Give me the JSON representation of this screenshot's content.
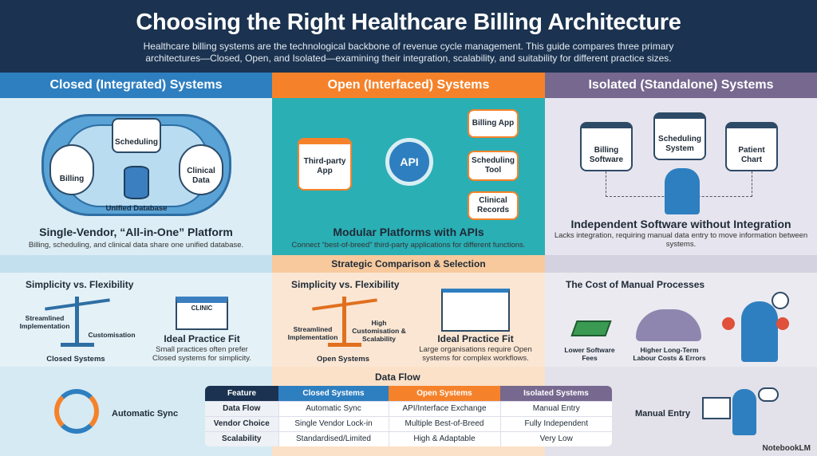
{
  "header": {
    "title": "Choosing the Right Healthcare Billing Architecture",
    "subtitle": "Healthcare billing systems are the technological backbone of revenue cycle management. This guide compares three primary architectures—Closed, Open, and Isolated—examining their integration, scalability, and suitability for different practice sizes."
  },
  "colors": {
    "navy": "#1b3350",
    "closed": "#2e7fc0",
    "open": "#f5822a",
    "isolated": "#76688f",
    "teal": "#2aafb5"
  },
  "columns": [
    {
      "heading": "Closed (Integrated) Systems",
      "title": "Single-Vendor, “All-in-One” Platform",
      "desc": "Billing, scheduling, and clinical data share one unified database.",
      "nodes": [
        "Scheduling",
        "Billing",
        "Clinical Data",
        "Unified Database"
      ]
    },
    {
      "heading": "Open (Interfaced) Systems",
      "title": "Modular Platforms with APIs",
      "desc": "Connect “best-of-breed” third-party applications for different functions.",
      "nodes": [
        "Third-party App",
        "API",
        "Billing App",
        "Scheduling Tool",
        "Clinical Records"
      ]
    },
    {
      "heading": "Isolated (Standalone) Systems",
      "title": "Independent Software without Integration",
      "desc": "Lacks integration, requiring manual data entry to move information between systems.",
      "nodes": [
        "Billing Software",
        "Scheduling System",
        "Patient Chart"
      ]
    }
  ],
  "strategic": {
    "heading": "Strategic Comparison & Selection",
    "closed": {
      "title": "Simplicity vs. Flexibility",
      "left": "Streamlined Implementation",
      "right": "Customisation",
      "caption": "Closed Systems",
      "fit_sign": "CLINIC",
      "fit_title": "Ideal Practice Fit",
      "fit_desc": "Small practices often prefer Closed systems for simplicity."
    },
    "open": {
      "title": "Simplicity vs. Flexibility",
      "left": "Streamlined Implementation",
      "right": "High Customisation & Scalability",
      "caption": "Open Systems",
      "fit_title": "Ideal Practice Fit",
      "fit_desc": "Large organisations require Open systems for complex workflows."
    },
    "isolated": {
      "title": "The Cost of Manual Processes",
      "left": "Lower Software Fees",
      "right": "Higher Long-Term Labour Costs & Errors"
    }
  },
  "dataflow": {
    "heading": "Data Flow",
    "closed_label": "Automatic Sync",
    "isolated_label": "Manual Entry",
    "table": {
      "headers": [
        "Feature",
        "Closed Systems",
        "Open Systems",
        "Isolated Systems"
      ],
      "rows": [
        [
          "Data Flow",
          "Automatic Sync",
          "API/Interface Exchange",
          "Manual Entry"
        ],
        [
          "Vendor Choice",
          "Single Vendor Lock-in",
          "Multiple Best-of-Breed",
          "Fully Independent"
        ],
        [
          "Scalability",
          "Standardised/Limited",
          "High & Adaptable",
          "Very Low"
        ]
      ]
    }
  },
  "watermark": "NotebookLM"
}
